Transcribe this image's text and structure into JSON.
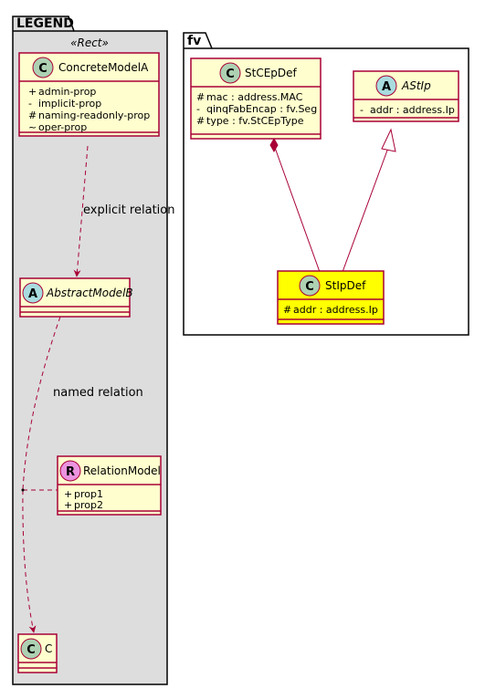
{
  "packages": {
    "legend": {
      "title": "LEGEND",
      "stereotype": "«Rect»"
    },
    "fv": {
      "title": "fv"
    }
  },
  "classes": {
    "concrete_model_a": {
      "badge": "C",
      "name": "ConcreteModelA",
      "attributes": [
        {
          "vis": "+",
          "text": "admin-prop"
        },
        {
          "vis": "-",
          "text": "implicit-prop"
        },
        {
          "vis": "#",
          "text": "naming-readonly-prop"
        },
        {
          "vis": "~",
          "text": "oper-prop"
        }
      ]
    },
    "abstract_model_b": {
      "badge": "A",
      "name": "AbstractModelB"
    },
    "relation_model": {
      "badge": "R",
      "name": "RelationModel",
      "attributes": [
        {
          "vis": "+",
          "text": "prop1"
        },
        {
          "vis": "+",
          "text": "prop2"
        }
      ]
    },
    "c": {
      "badge": "C",
      "name": "C"
    },
    "st_cep_def": {
      "badge": "C",
      "name": "StCEpDef",
      "attributes": [
        {
          "vis": "#",
          "text": "mac : address.MAC"
        },
        {
          "vis": "-",
          "text": "qinqFabEncap : fv.Seg"
        },
        {
          "vis": "#",
          "text": "type : fv.StCEpType"
        }
      ]
    },
    "ast_ip": {
      "badge": "A",
      "name": "AStIp",
      "attributes": [
        {
          "vis": "-",
          "text": "addr : address.Ip"
        }
      ]
    },
    "st_ip_def": {
      "badge": "C",
      "name": "StIpDef",
      "attributes": [
        {
          "vis": "#",
          "text": "addr : address.Ip"
        }
      ]
    }
  },
  "relations": {
    "explicit": "explicit relation",
    "named": "named relation"
  },
  "colors": {
    "class_fill": "#FEFECE",
    "class_border": "#A80036",
    "highlight_fill": "#FFFF00",
    "legend_fill": "#DDDDDD",
    "badge_class": "#ADD1B2",
    "badge_abstract": "#A9DCDF",
    "badge_relation": "#EB93DF"
  }
}
